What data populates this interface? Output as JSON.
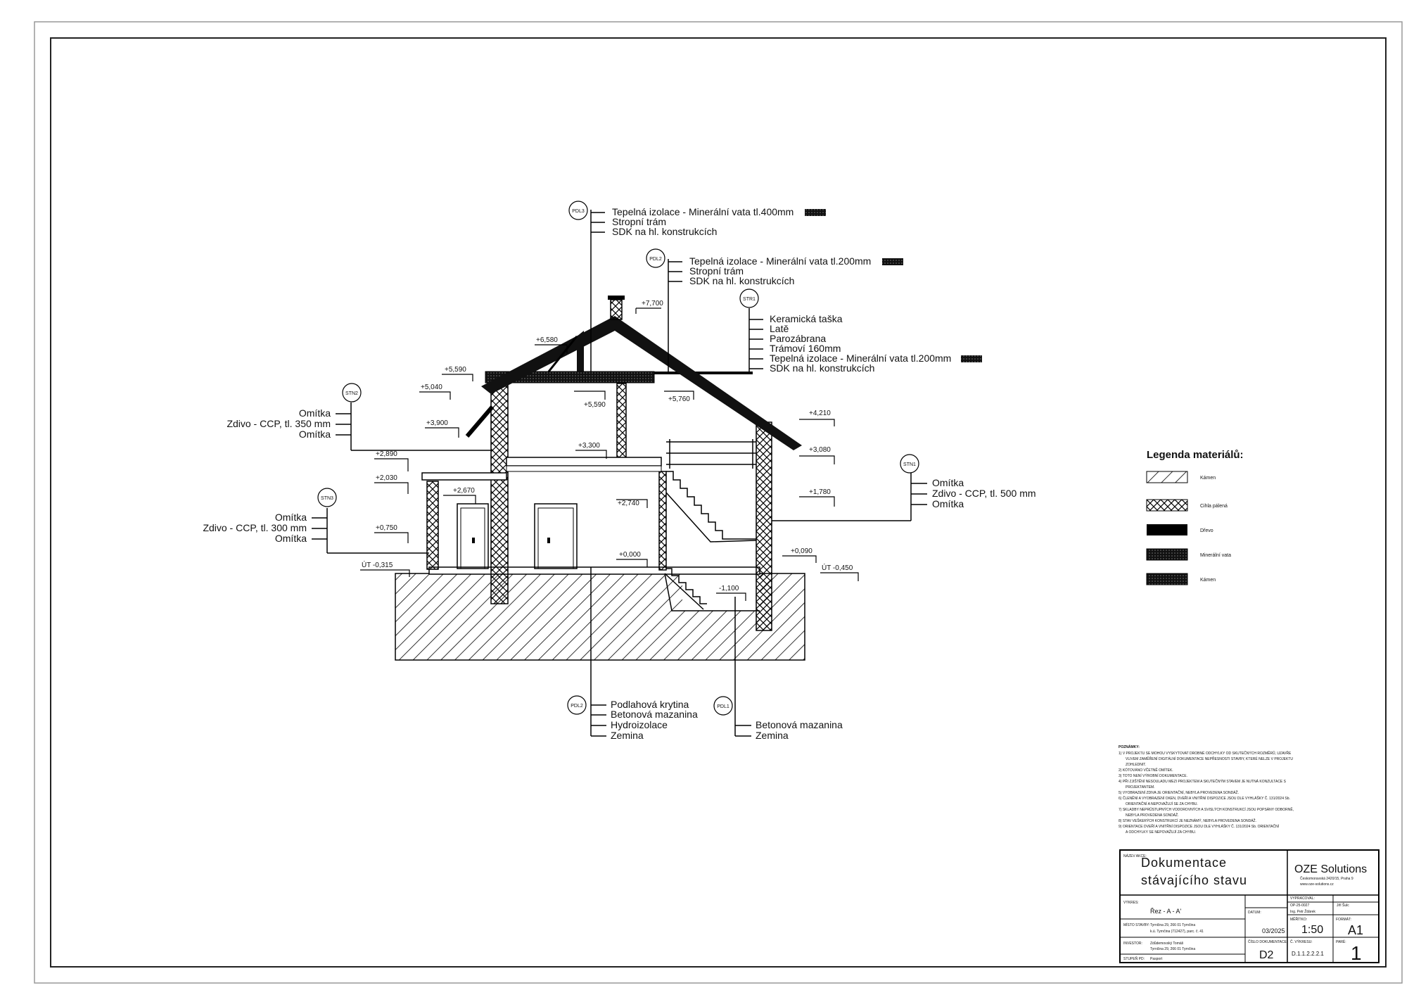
{
  "callouts": {
    "pdl3": {
      "tag": "PDL3",
      "lines": [
        "Tepelná izolace - Minerální vata tl.400mm",
        "Stropní trám",
        "SDK na hl. konstrukcích"
      ]
    },
    "pdl2": {
      "tag": "PDL2",
      "lines": [
        "Tepelná izolace - Minerální vata tl.200mm",
        "Stropní trám",
        "SDK na hl. konstrukcích"
      ]
    },
    "str1": {
      "tag": "STR1",
      "lines": [
        "Keramická taška",
        "Latě",
        "Parozábrana",
        "Trámoví 160mm",
        "Tepelná izolace - Minerální vata tl.200mm",
        "SDK na hl. konstrukcích"
      ]
    },
    "stn2": {
      "tag": "STN2",
      "lines": [
        "Omítka",
        "Zdivo - CCP, tl. 350 mm",
        "Omítka"
      ]
    },
    "stn3": {
      "tag": "STN3",
      "lines": [
        "Omítka",
        "Zdivo - CCP, tl. 300 mm",
        "Omítka"
      ]
    },
    "stn1": {
      "tag": "STN1",
      "lines": [
        "Omítka",
        "Zdivo - CCP, tl. 500 mm",
        "Omítka"
      ]
    },
    "pdl2b": {
      "tag": "PDL2",
      "lines": [
        "Podlahová krytina",
        "Betonová mazanina",
        "Hydroizolace",
        "Zemina"
      ]
    },
    "pdl1": {
      "tag": "PDL1",
      "lines": [
        "Betonová mazanina",
        "Zemina"
      ]
    }
  },
  "levels": [
    "+7,700",
    "+6,580",
    "+5,590",
    "+5,040",
    "+5,590",
    "+5,760",
    "+3,900",
    "+3,300",
    "+4,210",
    "+3,080",
    "+2,890",
    "+2,030",
    "+2,670",
    "+2,740",
    "+1,780",
    "+0,750",
    "+0,000",
    "+0,090",
    "ÚT -0,315",
    "ÚT -0,450",
    "-1,100"
  ],
  "legend": {
    "title": "Legenda materiálů:",
    "items": [
      {
        "name": "Kámen",
        "pattern": "hatch"
      },
      {
        "name": "Cihla pálená",
        "pattern": "cross"
      },
      {
        "name": "Dřevo",
        "pattern": "solid"
      },
      {
        "name": "Minerální vata",
        "pattern": "dots"
      },
      {
        "name": "Kámen",
        "pattern": "dots"
      }
    ]
  },
  "notes": {
    "heading": "POZNÁMKY:",
    "items": [
      "1) V PROJEKTU SE MOHOU VYSKYTOVAT DROBNÉ ODCHYLKY OD SKUTEČNÝCH ROZMĚRŮ, UZAVŘE",
      "VLIVEM ZAMĚŘENÍ DIGITÁLNÍ DOKUMENTACE NEPŘESNOSTI STAVBY, KTERÉ NELZE V PROJEKTU",
      "ZOHLEDNIT.",
      "2) KÓTOVÁNO VČETNĚ OMÍTEK.",
      "3) TOTO NENÍ VÝROBNÍ DOKUMENTACE.",
      "4) PŘI ZJIŠTĚNÍ NESOULADU MEZI PROJEKTEM A SKUTEČNÝM STAVEM JE NUTNÁ KONZULTACE S",
      "PROJEKTANTEM.",
      "5) VYOBRAZENÍ ZDIVA JE ORIENTAČNÍ, NEBYLA PROVEDENA SONDÁŽ.",
      "6) ČLENĚNÍ A VYOBRAZENÍ OKEN, DVEŘÍ A VNITŘNÍ DISPOZICE JSOU DLE VYHLÁŠKY Č. 131/2024 Sb.",
      "ORIENTAČNÍ A NEPOVAŽUJÍ SE ZA CHYBU.",
      "7) SKLADBY NEPRŮSTUPNÝCH VODOROVNÝCH A SVISLÝCH KONSTRUKCÍ JSOU POPSÁNY ODBORNĚ,",
      "NEBYLA PROVEDENA SONDÁŽ.",
      "8) STAV VEŠKERÝCH KONSTRUKCÍ JE NEZNÁMÝ, NEBYLA PROVEDENA SONDÁŽ.",
      "9) ORIENTACE DVEŘÍ A VNITŘNÍ DISPOZICE JSOU DLE VYHLÁŠKY Č. 131/2024 Sb. ORIENTAČNÍ",
      "A ODCHYLKY SE NEPOVAŽUJÍ ZA CHYBU."
    ]
  },
  "title_block": {
    "title_label": "NÁZEV AKCE:",
    "title_line1": "Dokumentace",
    "title_line2": "stávajícího stavu",
    "company": "OZE Solutions",
    "company_addr": "Českomoravská 2420/15, Praha 9",
    "company_web": "www.oze-solutions.cz",
    "drawing_label": "VÝKRES:",
    "drawing_name": "Řez - A - A'",
    "place_label": "MÍSTO STAVBY:",
    "place_line1": "Tyrnčina 29, 266 01 Tyrnčina",
    "place_line2": "k.ú. Tyrnčina (712427), parc. č. 41",
    "investor_label": "INVESTOR:",
    "investor_line1": "Zdůdemovský Tomáš",
    "investor_line2": "Tyrnčina 29, 266 01 Tyrnčina",
    "stage_label": "STUPEŇ PD:",
    "stage": "Pasport",
    "date_label": "DATUM:",
    "date": "03/2025",
    "scale_label": "MĚŘÍTKO:",
    "scale": "1:50",
    "format_label": "FORMÁT:",
    "format": "A1",
    "number_label": "ČÍSLO DOKUMENTACE:",
    "number": "D2",
    "sheet_label": "Č. VÝKRESU:",
    "sheet_code": "D.1.1.2.2.2.1",
    "page_label": "PARÉ:",
    "page": "1",
    "drawn_label": "VYPRACOVAL:",
    "drawn": "Jiří Šulc",
    "checked": "Ing. Petr Ždárek",
    "order": "OP-25-0027"
  }
}
